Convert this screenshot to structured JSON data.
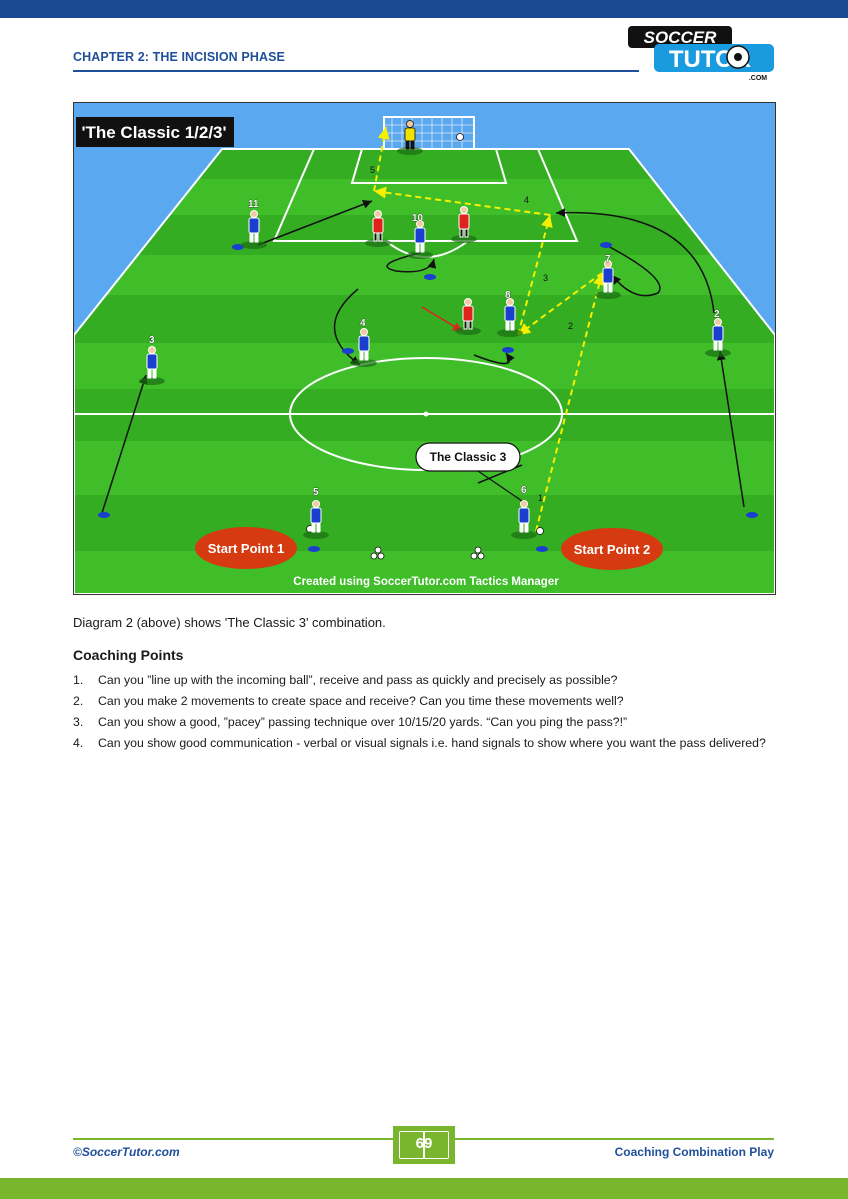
{
  "header": {
    "chapter": "CHAPTER 2: THE INCISION PHASE",
    "logo_top": "SOCCER",
    "logo_bottom": "TUTOR",
    "logo_suffix": ".COM"
  },
  "diagram": {
    "title": "'The Classic 1/2/3'",
    "callout": "The Classic 3",
    "start_point_1": "Start Point 1",
    "start_point_2": "Start Point 2",
    "credit": "Created using SoccerTutor.com Tactics Manager",
    "players": [
      {
        "number": "11"
      },
      {
        "number": "10"
      },
      {
        "number": "8"
      },
      {
        "number": "7"
      },
      {
        "number": "2"
      },
      {
        "number": "4"
      },
      {
        "number": "3"
      },
      {
        "number": "5"
      },
      {
        "number": "6"
      }
    ],
    "pass_labels": [
      "1",
      "2",
      "3",
      "4",
      "5"
    ],
    "colors": {
      "pitch_light": "#3fbe2a",
      "pitch_dark": "#2f9e1f",
      "sky": "#5aa8f0",
      "blue_team": "#1a3fd0",
      "red_team": "#e0211c",
      "pass": "#f4f000",
      "run": "#111111",
      "zone": "#d63a10"
    }
  },
  "caption": "Diagram 2 (above) shows 'The Classic 3' combination.",
  "coaching": {
    "heading": "Coaching Points",
    "points": [
      {
        "num": "1.",
        "text": "Can you ”line up with the incoming ball”, receive and pass as quickly and precisely as possible?"
      },
      {
        "num": "2.",
        "text": "Can you make 2 movements to create space and receive? Can you time these movements well?"
      },
      {
        "num": "3.",
        "text": "Can you show a good, ”pacey” passing technique over 10/15/20 yards. “Can you ping the pass?!”"
      },
      {
        "num": "4.",
        "text": "Can you show good communication - verbal or visual signals i.e. hand signals to show where you want the pass delivered?"
      }
    ]
  },
  "footer": {
    "left": "©SoccerTutor.com",
    "page": "69",
    "right": "Coaching Combination Play"
  }
}
